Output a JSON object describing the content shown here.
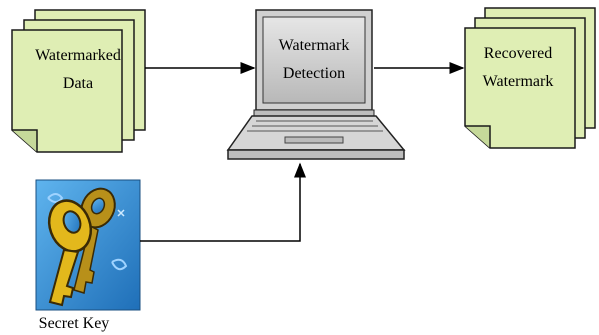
{
  "diagram": {
    "input_doc": {
      "line1": "Watermarked",
      "line2": "Data"
    },
    "detector": {
      "line1": "Watermark",
      "line2": "Detection"
    },
    "output_doc": {
      "line1": "Recovered",
      "line2": "Watermark"
    },
    "key": {
      "label": "Secret Key"
    }
  },
  "colors": {
    "doc_fill": "#dfeeb4",
    "doc_stroke": "#1a1a1a",
    "screen_fill": "#c8c8c8",
    "laptop_body": "#d6d6d6",
    "key_bg": "#2f8fd6",
    "key_gold": "#e3b81c",
    "arrow": "#000000"
  },
  "icons": [
    "document-stack-icon",
    "laptop-icon",
    "key-icon",
    "arrow-icon"
  ]
}
